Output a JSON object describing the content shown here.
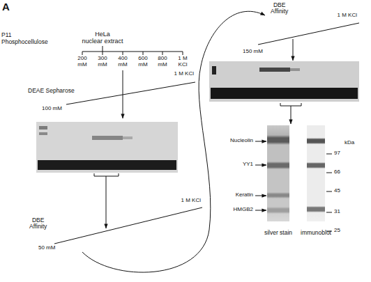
{
  "diagram": {
    "nodes": [
      {
        "text": [
          "silver stain"
        ]
      },
      {
        "text": [
          "immunoblot"
        ]
      }
    ],
    "labels": [
      "A",
      "P11",
      "Phosphocellulose",
      "HeLa",
      "nuclear extract",
      "200 mM",
      "300 mM",
      "400 mM",
      "600 mM",
      "800 mM",
      "1 M KCl",
      "DEAE Sepharose",
      "1 M KCl",
      "100 mM",
      "DBE Affinity",
      "1 M KCl",
      "50 mM",
      "DBE Affinity",
      "1 M KCl",
      "150 mM",
      "Nucleolin",
      "YY1",
      "Keratin",
      "HMGB2",
      "kDa",
      "97",
      "66",
      "45",
      "31",
      "25"
    ]
  }
}
